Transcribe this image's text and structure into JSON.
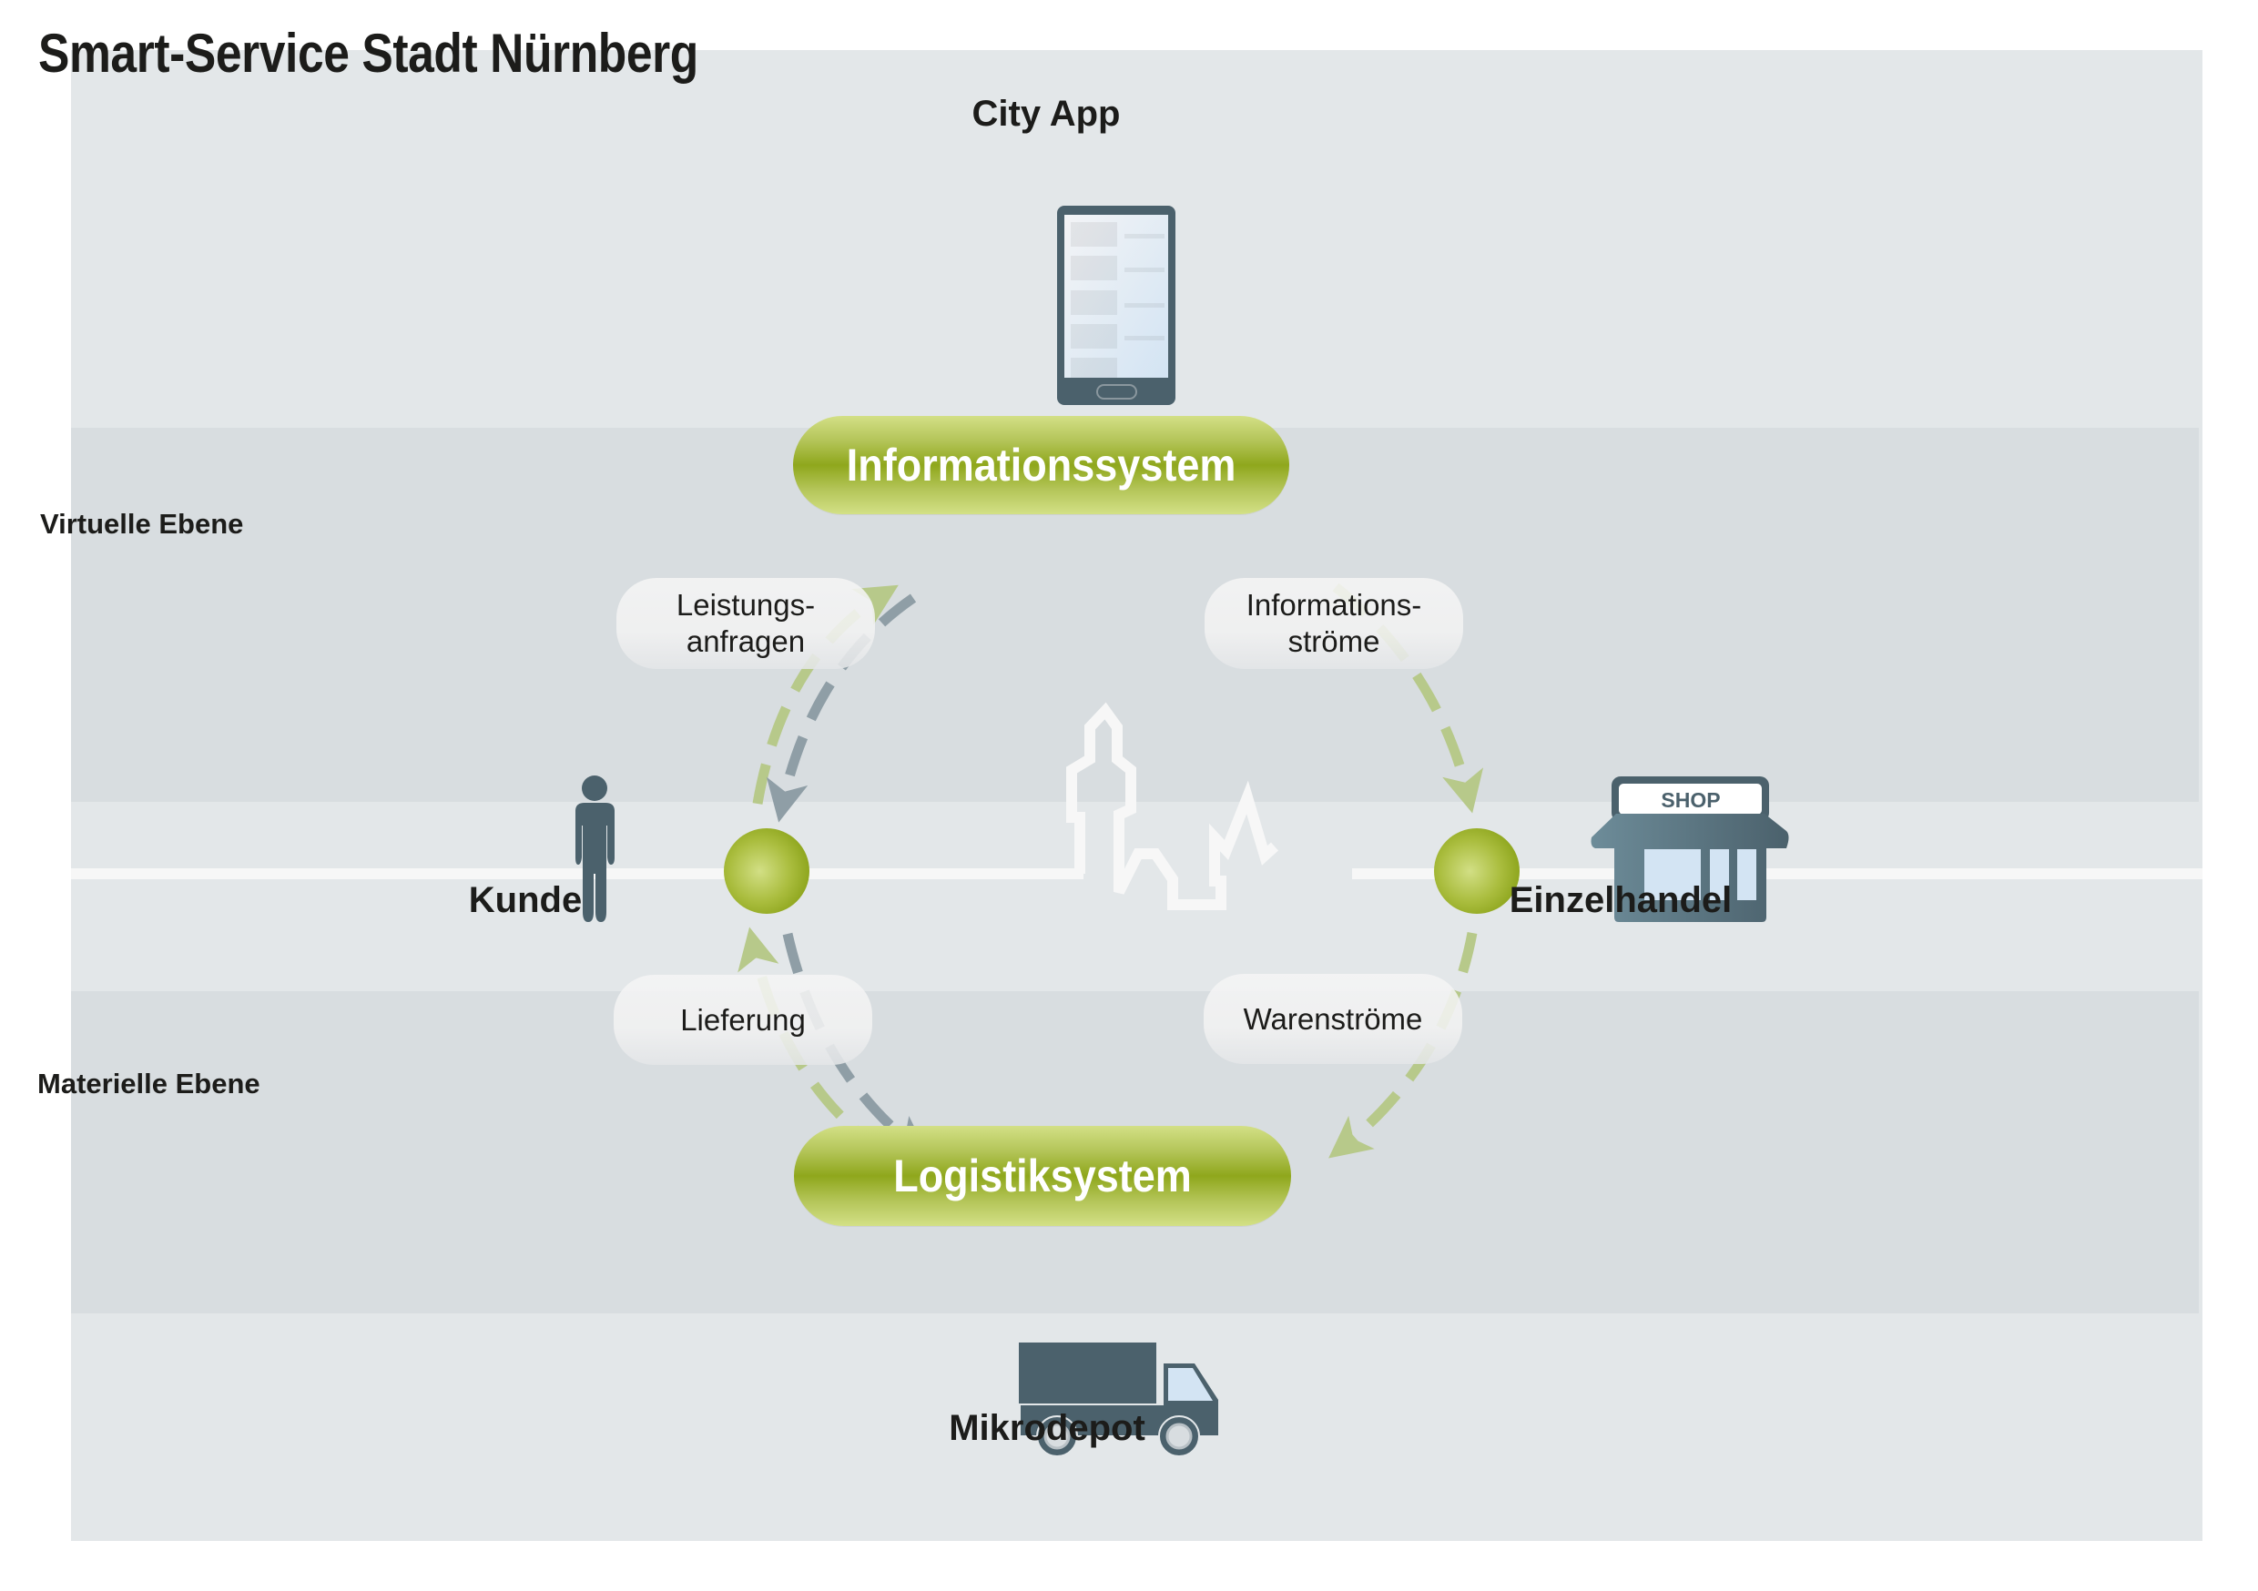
{
  "title": "Smart-Service Stadt Nürnberg",
  "layers": {
    "virtual": "Virtuelle Ebene",
    "material": "Materielle Ebene"
  },
  "nodes": {
    "city_app": {
      "label": "City App",
      "icon": "smartphone-icon"
    },
    "customer": {
      "label": "Kunde",
      "icon": "person-icon"
    },
    "retail": {
      "label": "Einzelhandel",
      "icon": "shop-icon",
      "sign": "SHOP"
    },
    "micro_depot": {
      "label": "Mikrodepot",
      "icon": "truck-icon"
    }
  },
  "systems": {
    "information": "Informationssystem",
    "logistics": "Logistiksystem"
  },
  "flows": {
    "service_requests": "Leistungs-\nanfragen",
    "service_requests_line1": "Leistungs-",
    "service_requests_line2": "anfragen",
    "information_flows_line1": "Informations-",
    "information_flows_line2": "ströme",
    "delivery": "Lieferung",
    "goods_flows": "Warenströme"
  },
  "colors": {
    "panel_bg": "#e3e7e9",
    "band_bg": "#d8dde0",
    "accent_green": "#8fa71c",
    "arrow_green": "#b7c98a",
    "arrow_grey": "#8f9ea6",
    "icon_dark": "#4b616c",
    "text": "#1c1c1a"
  }
}
